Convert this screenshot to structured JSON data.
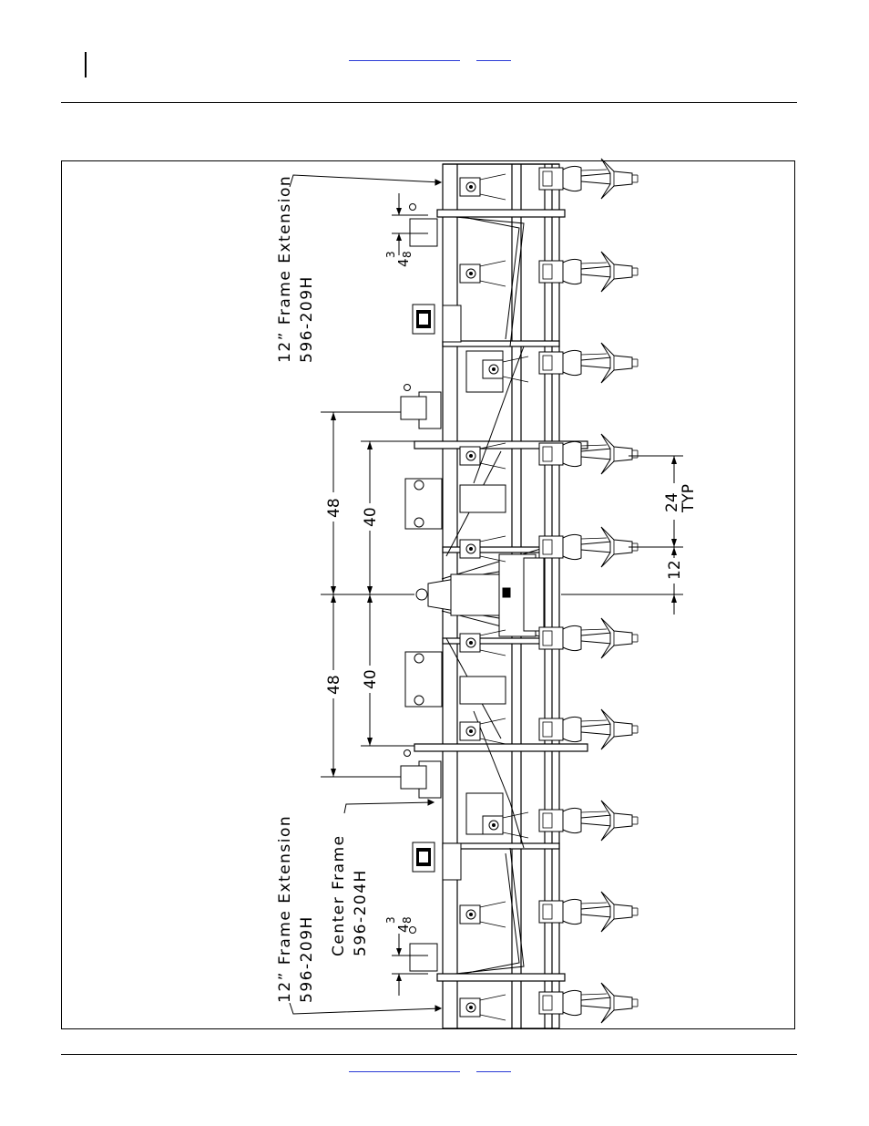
{
  "header": {
    "nav_links": [
      {
        "label": ""
      },
      {
        "label": ""
      }
    ]
  },
  "footer": {
    "nav_links": [
      {
        "label": ""
      },
      {
        "label": ""
      }
    ]
  },
  "drawing": {
    "callouts": {
      "top_extension": {
        "line1": "12” Frame Extension",
        "line2": "596-209H"
      },
      "bottom_extension": {
        "line1": "12” Frame Extension",
        "line2": "596-209H"
      },
      "center_frame": {
        "line1": "Center Frame",
        "line2": "596-204H"
      }
    },
    "dimensions": {
      "offset_top": {
        "whole": "4",
        "num": "3",
        "den": "8"
      },
      "offset_bottom": {
        "whole": "4",
        "num": "3",
        "den": "8"
      },
      "outer_upper": "48",
      "outer_lower": "48",
      "inner_upper": "40",
      "inner_lower": "40",
      "row_spacing": "24",
      "row_spacing_note": "TYP",
      "center_offset": "12"
    }
  }
}
